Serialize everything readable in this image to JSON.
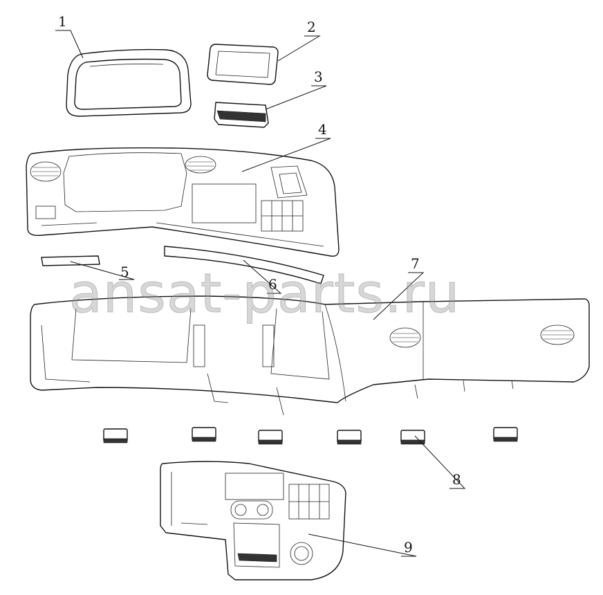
{
  "diagram": {
    "callouts": [
      {
        "id": "1",
        "label": "1"
      },
      {
        "id": "2",
        "label": "2"
      },
      {
        "id": "3",
        "label": "3"
      },
      {
        "id": "4",
        "label": "4"
      },
      {
        "id": "5",
        "label": "5"
      },
      {
        "id": "6",
        "label": "6"
      },
      {
        "id": "7",
        "label": "7"
      },
      {
        "id": "8",
        "label": "8"
      },
      {
        "id": "9",
        "label": "9"
      }
    ],
    "watermark": "ansat-parts.ru"
  }
}
